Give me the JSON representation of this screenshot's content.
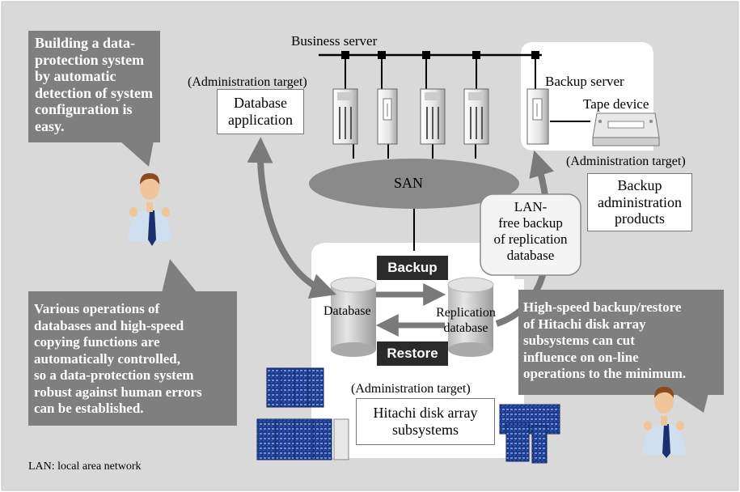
{
  "labels": {
    "business_server": "Business server",
    "backup_server": "Backup server",
    "tape_device": "Tape device",
    "admin_target": "(Administration target)",
    "san": "SAN",
    "lan_free": "LAN-\nfree backup\nof replication\ndatabase",
    "database": "Database",
    "replication_db": "Replication\ndatabase",
    "backup": "Backup",
    "restore": "Restore",
    "footnote": "LAN: local area network"
  },
  "boxes": {
    "database_application": "Database\napplication",
    "backup_admin_products": "Backup\nadministration\nproducts",
    "hitachi_disk_array": "Hitachi disk array\nsubsystems"
  },
  "callouts": {
    "top_left": "Building a data-\nprotection system\nby automatic\ndetection of system\nconfiguration is\neasy.",
    "bottom_left": "Various operations of\ndatabases and high-speed\ncopying functions are\nautomatically controlled,\nso a data-protection system\nrobust against human errors\ncan be established.",
    "right": "High-speed backup/restore\nof Hitachi disk array\nsubsystems can cut\ninfluence on on-line\noperations to the minimum."
  },
  "colors": {
    "background": "#d9d9d9",
    "callout": "#7f7f7f",
    "san": "#8a8a8a",
    "arrow": "#7a7a7a",
    "tag": "#2a2a2a",
    "rack": "#2a4aa0"
  }
}
